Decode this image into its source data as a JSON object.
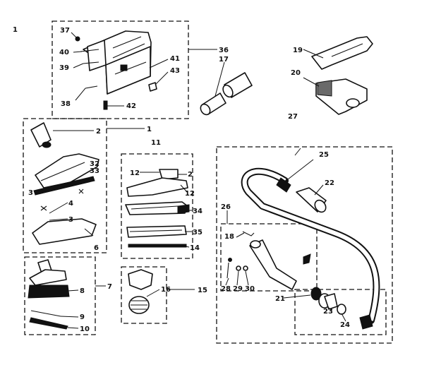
{
  "corner_mark": "1",
  "labels": {
    "p37a": "37",
    "p40": "40",
    "p39": "39",
    "p38": "38",
    "p42": "42",
    "p41": "41",
    "p43": "43",
    "p36": "36",
    "p17": "17",
    "p19": "19",
    "p20": "20",
    "p27": "27",
    "p2a": "2",
    "p1": "1",
    "p32": "32",
    "p33": "33",
    "p3a": "3",
    "p4": "4",
    "p3b": "3",
    "p6": "6",
    "p11": "11",
    "p12a": "12",
    "p2b": "2",
    "p12b": "12",
    "p34": "34",
    "p35": "35",
    "p14": "14",
    "p25": "25",
    "p22": "22",
    "p26": "26",
    "p18": "18",
    "p28": "28",
    "p29": "29",
    "p30": "30",
    "p21": "21",
    "p23": "23",
    "p24": "24",
    "p7": "7",
    "p8": "8",
    "p9": "9",
    "p10": "10",
    "p16": "16",
    "p15": "15"
  }
}
